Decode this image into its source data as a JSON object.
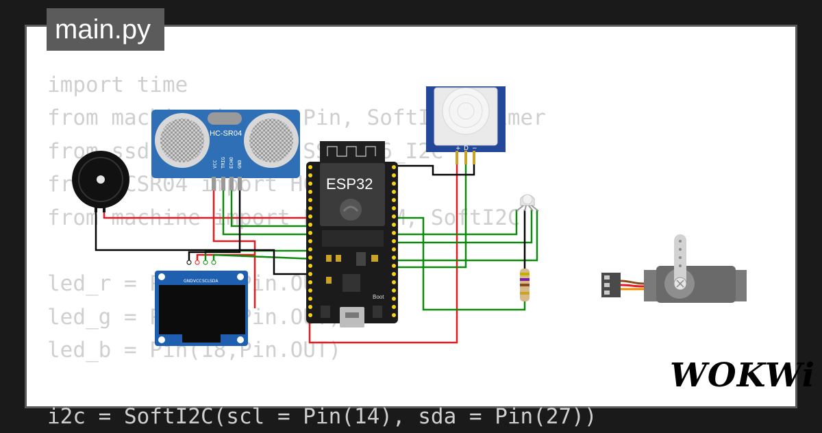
{
  "file_tab": {
    "name": "main.py"
  },
  "code_lines": [
    "import time",
    "from machine import Pin, SoftI2C, Timer",
    "from ssd1306 import SSD1306_I2C",
    "from HCSR04 import HCSR04",
    "from machine import Pin, PWM, SoftI2C",
    "",
    "led_r = Pin(19,Pin.OUT)",
    "led_g = Pin(20,Pin.OUT)",
    "led_b = Pin(18,Pin.OUT)",
    "",
    "i2c = SoftI2C(scl = Pin(14), sda = Pin(27))"
  ],
  "components": {
    "ultrasonic": {
      "label": "HC-SR04",
      "pins": [
        "VCC",
        "TRIG",
        "ECHO",
        "GND"
      ]
    },
    "esp32": {
      "label": "ESP32",
      "boot_label": "Boot"
    },
    "oled": {
      "pins": [
        "GND",
        "VCC",
        "SCL",
        "SDA"
      ]
    },
    "pir": {
      "pins": [
        "+",
        "D",
        "−"
      ]
    }
  },
  "brand": {
    "name": "WOKWi"
  },
  "colors": {
    "background": "#1a1a1a",
    "card": "#ffffff",
    "frame": "#5b5b5b",
    "code_text": "#cfcfcf",
    "wire_red": "#e8191e",
    "wire_green": "#0a8a0a",
    "wire_black": "#000000",
    "ultrasonic_board": "#2f6fb5",
    "oled_board": "#1f5fb0",
    "pir_board": "#23489a",
    "esp32_board": "#1b1b1b",
    "servo_body": "#6a6a6a"
  }
}
